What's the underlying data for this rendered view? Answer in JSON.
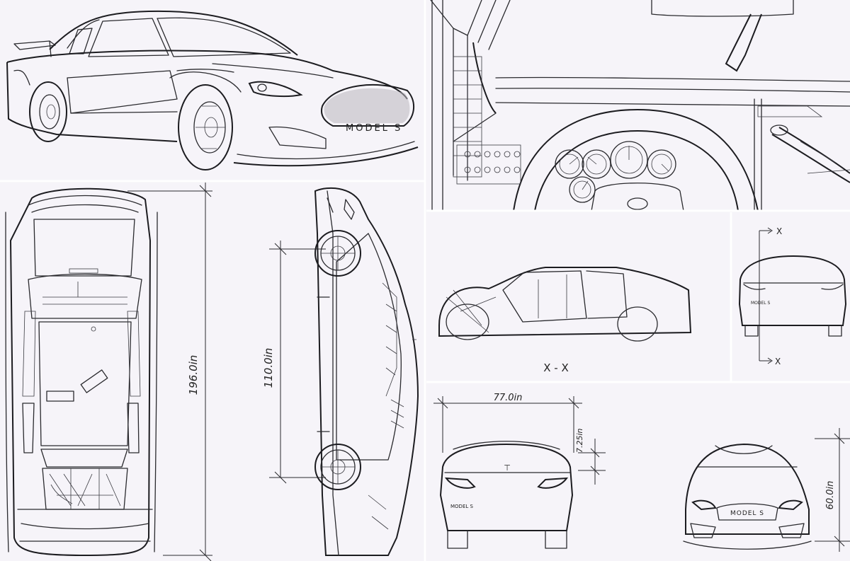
{
  "front_view": {
    "badge_text": "MODEL S",
    "badge_small": "MODEL S"
  },
  "top_view": {
    "length_dimension": "196.0in"
  },
  "side_view": {
    "wheelbase_dimension": "110.0in"
  },
  "section_view": {
    "section_label": "X - X",
    "cut_label_top": "X",
    "cut_label_bottom": "X"
  },
  "rear_view": {
    "width_dimension": "77.0in",
    "spoiler_dimension": "7.25in",
    "badge_text": "MODEL S"
  },
  "front_ortho_view": {
    "height_dimension": "60.0in",
    "badge_text": "MODEL S"
  },
  "colors": {
    "paper": "#f3f1f6",
    "ink": "#2a2a2e",
    "watermark": "#b9e8ec"
  }
}
